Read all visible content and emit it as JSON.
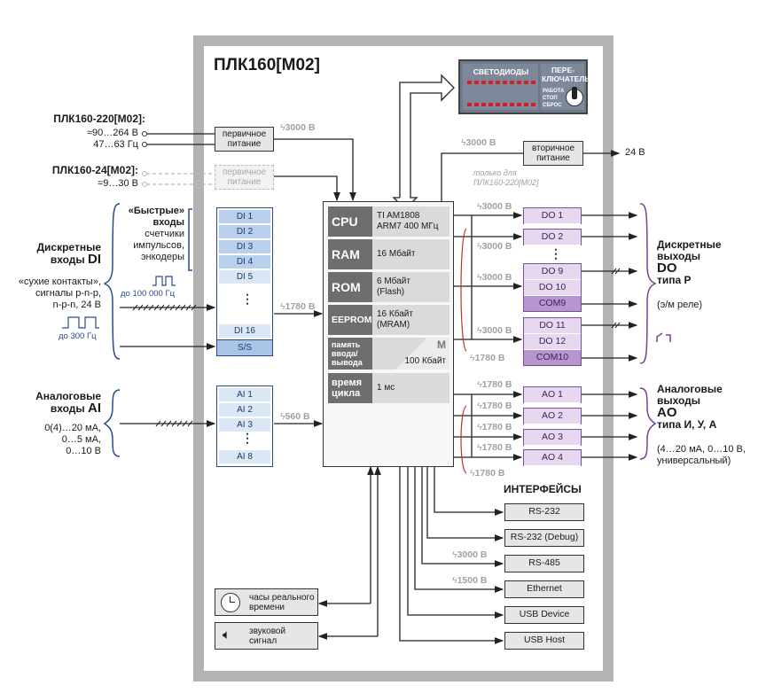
{
  "title": "ПЛК160[М02]",
  "power_inputs": {
    "variant_220": {
      "name": "ПЛК160-220[М02]:",
      "voltage": "≈90…264 В",
      "frequency": "47…63 Гц"
    },
    "variant_24": {
      "name": "ПЛК160-24[М02]:",
      "voltage": "=9…30 В"
    },
    "primary_supply_label": "первичное питание",
    "primary_supply_line1": "первичное",
    "primary_supply_line2": "питание",
    "primary_isolation": "3000 В"
  },
  "front_panel": {
    "leds_label": "СВЕТОДИОДЫ",
    "switch_label_line1": "ПЕРЕ-",
    "switch_label_line2": "КЛЮЧАТЕЛЬ",
    "switch_positions": [
      "РАБОТА",
      "СТОП",
      "СБРОС"
    ]
  },
  "secondary_supply": {
    "line1": "вторичное",
    "line2": "питание",
    "isolation": "3000 В",
    "note_line1": "только для",
    "note_line2": "ПЛК160-220[М02]",
    "output": "24 В"
  },
  "discrete_inputs": {
    "title_line1": "Дискретные",
    "title_line2": "входы",
    "title_abbr": "DI",
    "desc": [
      "«сухие контакты»,",
      "сигналы p-n-p,",
      "n-p-n, 24 В"
    ],
    "freq": "до 300 Гц",
    "fast": {
      "title_line1": "«Быстрые»",
      "title_line2": "входы",
      "desc": [
        "счетчики",
        "импульсов,",
        "энкодеры"
      ],
      "freq": "до 100 000 Гц"
    },
    "channels": [
      "DI 1",
      "DI 2",
      "DI 3",
      "DI 4",
      "DI 5",
      "DI 16",
      "S/S"
    ],
    "ellipsis": "⋮",
    "isolation": "1780 В"
  },
  "analog_inputs": {
    "title_line1": "Аналоговые",
    "title_line2": "входы",
    "title_abbr": "AI",
    "desc": [
      "0(4)…20 мА,",
      "0…5 мА,",
      "0…10 В"
    ],
    "channels": [
      "AI 1",
      "AI 2",
      "AI 3",
      "AI 8"
    ],
    "ellipsis": "⋮",
    "isolation": "560 В"
  },
  "cpu_block": {
    "rows": [
      {
        "key": "CPU",
        "value_line1": "TI AM1808",
        "value_line2": "ARM7  400 МГц"
      },
      {
        "key": "RAM",
        "value_line1": "16 Мбайт",
        "value_line2": ""
      },
      {
        "key": "ROM",
        "value_line1": "6 Мбайт",
        "value_line2": "(Flash)"
      },
      {
        "key": "EEPROM",
        "value_line1": "16 Кбайт",
        "value_line2": "(MRAM)"
      },
      {
        "key": "память ввода/ вывода",
        "key_line1": "память",
        "key_line2": "ввода/",
        "key_line3": "вывода",
        "value_tag": "M",
        "value_line1": "100 Кбайт"
      },
      {
        "key": "время цикла",
        "key_line1": "время",
        "key_line2": "цикла",
        "value_line1": "1 мс"
      }
    ]
  },
  "discrete_outputs": {
    "title_line1": "Дискретные",
    "title_line2": "выходы",
    "title_abbr": "DO",
    "type": "типа Р",
    "type_desc": "(э/м реле)",
    "channels": [
      "DO 1",
      "DO 2",
      "DO 9",
      "DO 10",
      "COM9",
      "DO 11",
      "DO 12",
      "COM10"
    ],
    "ellipsis": "⋮",
    "isolations": [
      "3000 В",
      "3000 В",
      "3000 В",
      "3000 В"
    ],
    "group_isolation": "1780 В"
  },
  "analog_outputs": {
    "title_line1": "Аналоговые",
    "title_line2": "выходы",
    "title_abbr": "AO",
    "type": "типа И, У, А",
    "type_desc_line1": "(4…20 мА, 0…10 В,",
    "type_desc_line2": "универсальный)",
    "channels": [
      "AO 1",
      "AO 2",
      "AO 3",
      "AO 4"
    ],
    "isolations": [
      "1780 В",
      "1780 В",
      "1780 В",
      "1780 В"
    ],
    "group_isolation": "1780 В"
  },
  "interfaces": {
    "title": "ИНТЕРФЕЙСЫ",
    "items": [
      {
        "label": "RS-232",
        "isolation": ""
      },
      {
        "label": "RS-232 (Debug)",
        "isolation": ""
      },
      {
        "label": "RS-485",
        "isolation": "3000 В"
      },
      {
        "label": "Ethernet",
        "isolation": "1500 В"
      },
      {
        "label": "USB Device",
        "isolation": ""
      },
      {
        "label": "USB Host",
        "isolation": ""
      }
    ]
  },
  "peripherals": {
    "rtc_line1": "часы реального",
    "rtc_line2": "времени",
    "buzzer_line1": "звуковой",
    "buzzer_line2": "сигнал"
  },
  "colors": {
    "frame": "#b3b3b3",
    "di_blue": "#b8d0ec",
    "di_border": "#2b4a8a",
    "do_purple": "#dccbe8",
    "brace_purple": "#7a3f96",
    "brace_blue": "#2b4a8a",
    "led_red": "#d42020",
    "isolation_red": "#c03030",
    "isolation_text": "#a0a0a0"
  }
}
